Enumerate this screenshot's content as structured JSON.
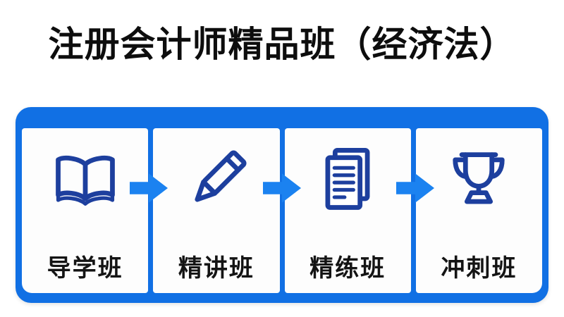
{
  "title": "注册会计师精品班（经济法）",
  "stages": [
    {
      "label": "导学班",
      "icon": "book-icon"
    },
    {
      "label": "精讲班",
      "icon": "pencil-icon"
    },
    {
      "label": "精练班",
      "icon": "document-icon"
    },
    {
      "label": "冲刺班",
      "icon": "trophy-icon"
    }
  ],
  "arrow_icon": "arrow-right-icon",
  "colors": {
    "card_blue": "#1170e4",
    "arrow_blue": "#1b82f0",
    "icon_blue": "#1d3f9e",
    "title_color": "#0d0d0d",
    "label_color": "#141414",
    "panel_bg": "#fdfdfd"
  }
}
